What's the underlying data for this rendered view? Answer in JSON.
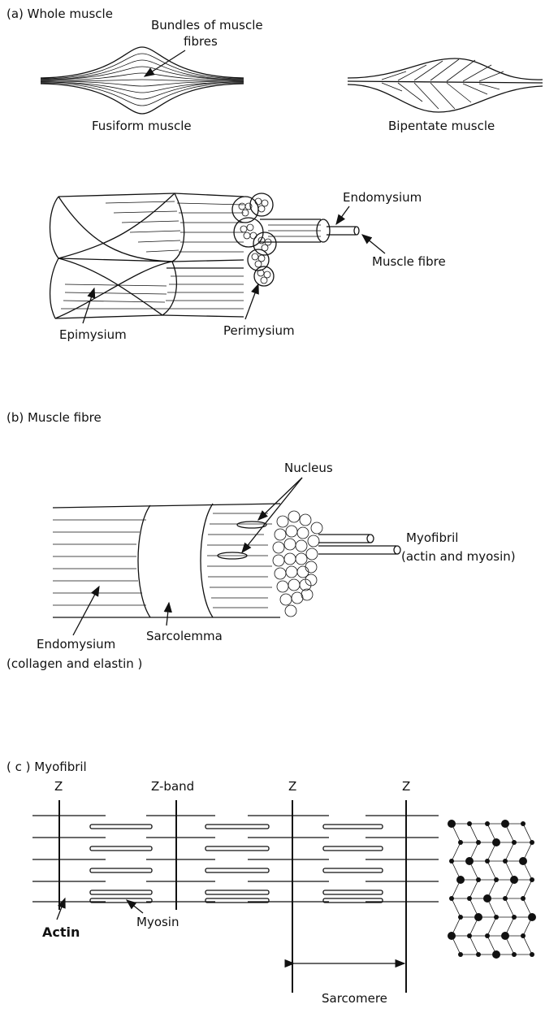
{
  "section_a": {
    "heading": "(a) Whole muscle",
    "bundles_label_1": "Bundles of muscle",
    "bundles_label_2": "fibres",
    "fusiform": "Fusiform muscle",
    "bipentate": "Bipentate muscle",
    "endomysium": "Endomysium",
    "muscle_fibre": "Muscle fibre",
    "epimysium": "Epimysium",
    "perimysium": "Perimysium"
  },
  "section_b": {
    "heading": "(b) Muscle fibre",
    "nucleus": "Nucleus",
    "myofibril_1": "Myofibril",
    "myofibril_2": "(actin and myosin)",
    "endomysium": "Endomysium",
    "endomysium_sub": "(collagen and elastin )",
    "sarcolemma": "Sarcolemma"
  },
  "section_c": {
    "heading": "( c ) Myofibril",
    "z_labels": [
      "Z",
      "Z-band",
      "Z",
      "Z"
    ],
    "actin": "Actin",
    "myosin": "Myosin",
    "sarcomere": "Sarcomere"
  }
}
